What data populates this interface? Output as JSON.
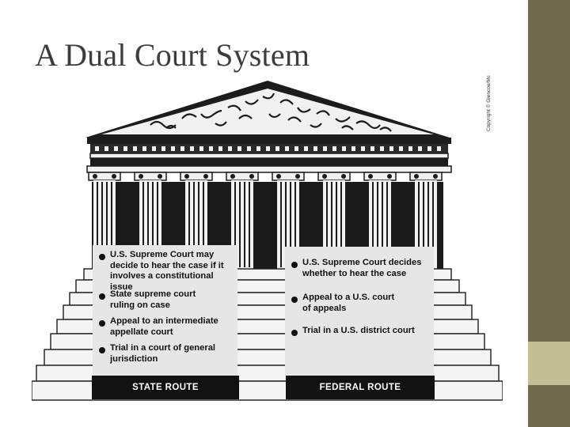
{
  "slide": {
    "title": "A Dual Court System"
  },
  "figure": {
    "copyright": "Copyright © Glencoe/Mc",
    "state_panel": {
      "items": [
        "U.S. Supreme Court may\ndecide to hear the case if it\ninvolves a constitutional issue",
        "State supreme court\nruling on case",
        "Appeal to an intermediate\nappellate court",
        "Trial in a court of general\njurisdiction"
      ],
      "route_label": "STATE ROUTE"
    },
    "federal_panel": {
      "items": [
        "U.S. Supreme Court decides\nwhether to hear the case",
        "Appeal to a U.S. court\nof appeals",
        "Trial in a U.S. district court"
      ],
      "route_label": "FEDERAL ROUTE"
    }
  },
  "colors": {
    "side_bar": "#6e6a4e",
    "side_accent": "#c2bf94",
    "title_text": "#3d3d3d"
  }
}
